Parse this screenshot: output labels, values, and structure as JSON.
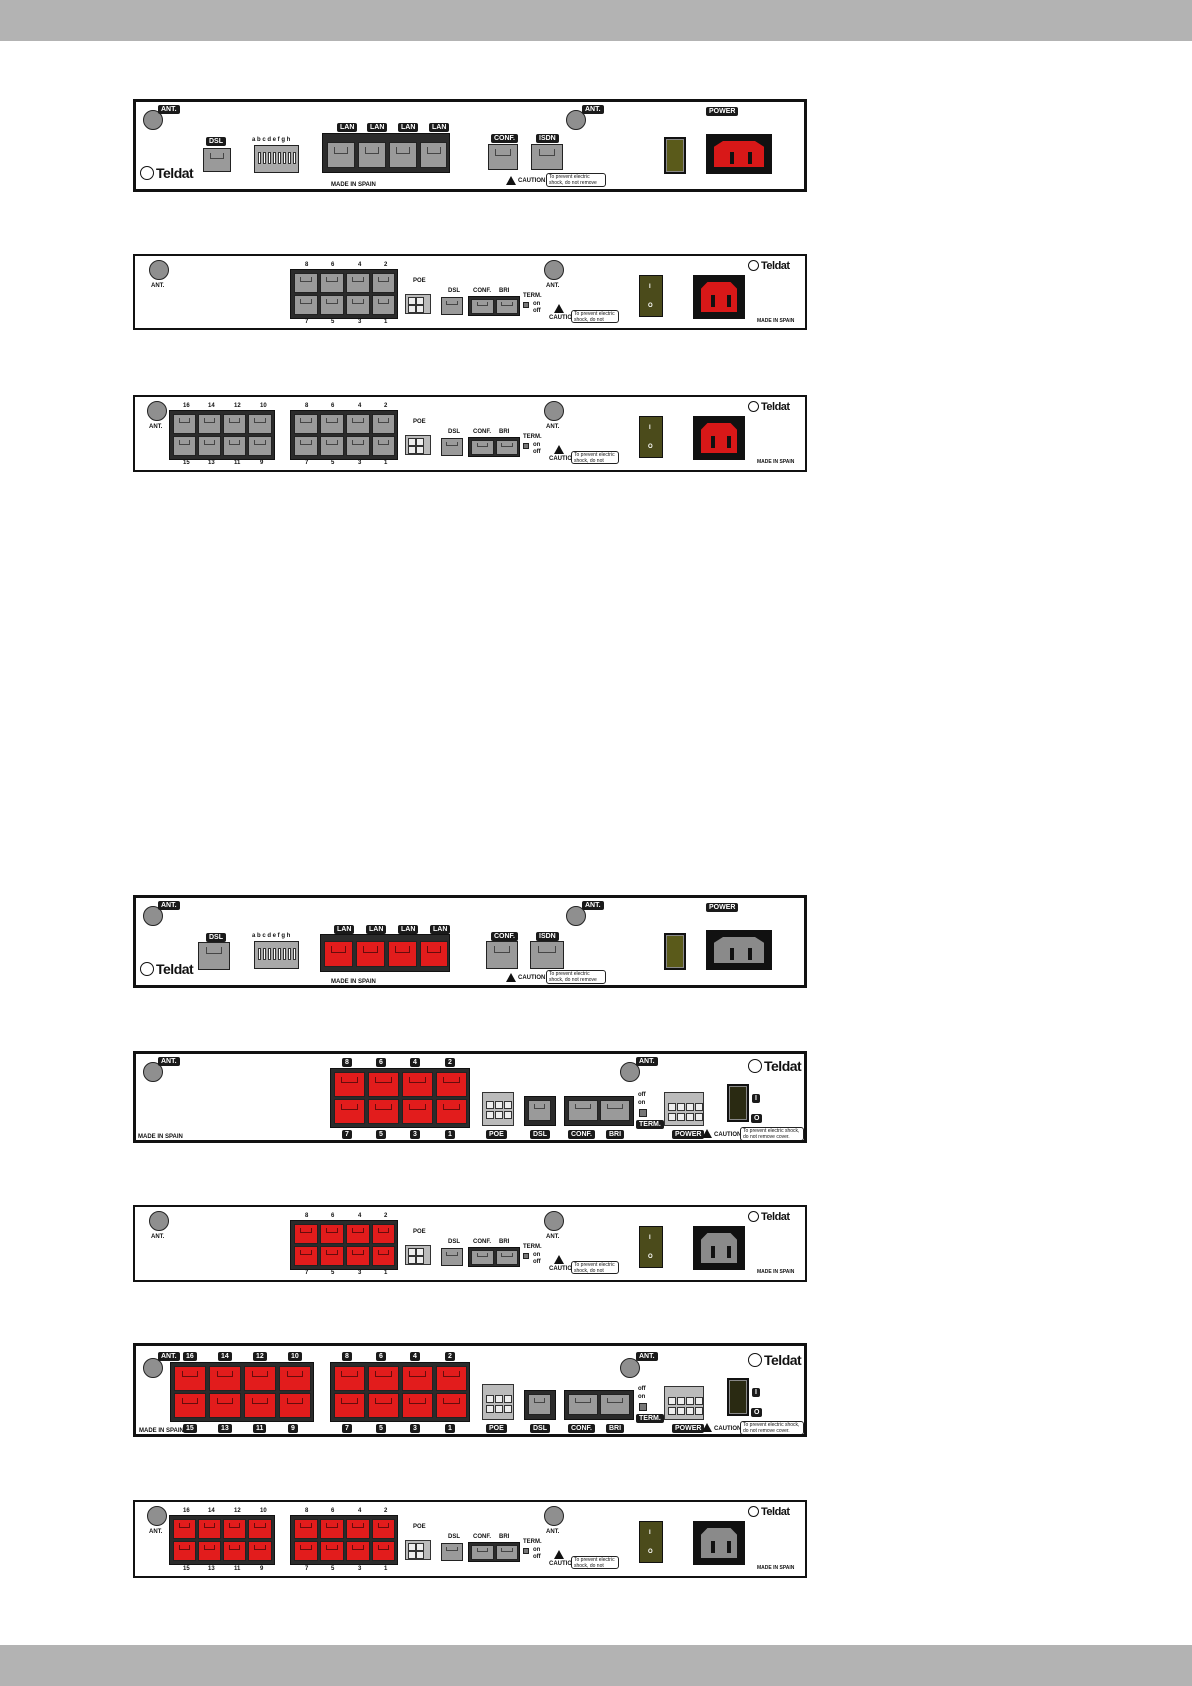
{
  "common": {
    "ant": "ANT.",
    "dsl": "DSL",
    "conf": "CONF.",
    "isdn": "ISDN",
    "power": "POWER",
    "lan": "LAN",
    "dip": "a b c d e f g h",
    "made_in_spain": "MADE IN SPAIN",
    "caution": "CAUTION!",
    "caution_note": "To prevent electric shock, do not remove cover.",
    "brand": "Teldat",
    "poe": "POE",
    "bri": "BRI",
    "term": "TERM.",
    "on": "on",
    "off": "off",
    "switch_on": "I",
    "switch_off": "O"
  },
  "port_numbers": {
    "top8": [
      "8",
      "6",
      "4",
      "2"
    ],
    "bottom8": [
      "7",
      "5",
      "3",
      "1"
    ],
    "top16": [
      "16",
      "14",
      "12",
      "10"
    ],
    "bottom16": [
      "15",
      "13",
      "11",
      "9"
    ]
  },
  "colors": {
    "header_bar": "#b3b3b3",
    "port_red": "#e21c1c",
    "port_gray": "#9a9a9a",
    "power_socket_red": "#d81818"
  }
}
